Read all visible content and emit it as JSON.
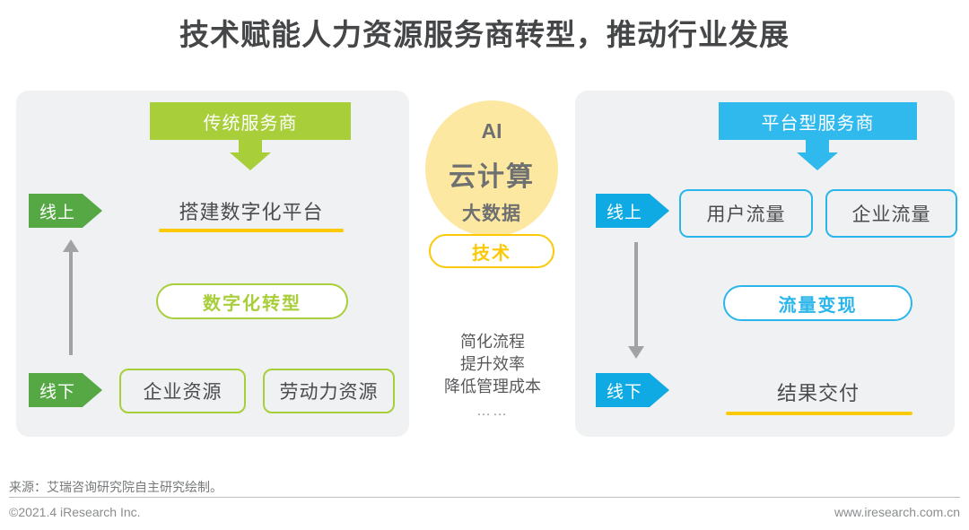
{
  "title": "技术赋能人力资源服务商转型，推动行业发展",
  "colors": {
    "green_banner": "#A8CE3A",
    "green_tag": "#56A844",
    "green_outline": "#A8CE3A",
    "blue_banner": "#2FB9ED",
    "blue_tag": "#0FA9E4",
    "blue_outline": "#2BB6EB",
    "yellow": "#FCC907",
    "yellow_circle": "#FCE8A0",
    "panel_bg": "#F0F1F2",
    "arrow_gray": "#A0A2A4",
    "text_dark": "#4A4C4E"
  },
  "left_panel": {
    "banner": "传统服务商",
    "online_tag": "线上",
    "offline_tag": "线下",
    "headline": "搭建数字化平台",
    "pill": "数字化转型",
    "boxes": [
      "企业资源",
      "劳动力资源"
    ]
  },
  "center": {
    "circle_lines": [
      "AI",
      "云计算",
      "大数据"
    ],
    "pill": "技术",
    "benefits": [
      "简化流程",
      "提升效率",
      "降低管理成本"
    ],
    "ellipsis": "……"
  },
  "right_panel": {
    "banner": "平台型服务商",
    "online_tag": "线上",
    "offline_tag": "线下",
    "boxes": [
      "用户流量",
      "企业流量"
    ],
    "pill": "流量变现",
    "headline": "结果交付"
  },
  "footer": {
    "source": "来源：艾瑞咨询研究院自主研究绘制。",
    "copyright": "©2021.4 iResearch Inc.",
    "website": "www.iresearch.com.cn"
  }
}
